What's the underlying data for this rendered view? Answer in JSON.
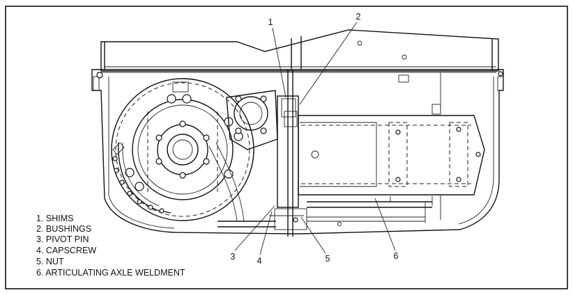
{
  "callouts": {
    "c1": "1",
    "c2": "2",
    "c3": "3",
    "c4": "4",
    "c5": "5",
    "c6": "6"
  },
  "legend": [
    "1.  SHIMS",
    "2.  BUSHINGS",
    "3.  PIVOT PIN",
    "4.  CAPSCREW",
    "5.  NUT",
    "6.  ARTICULATING AXLE WELDMENT"
  ]
}
